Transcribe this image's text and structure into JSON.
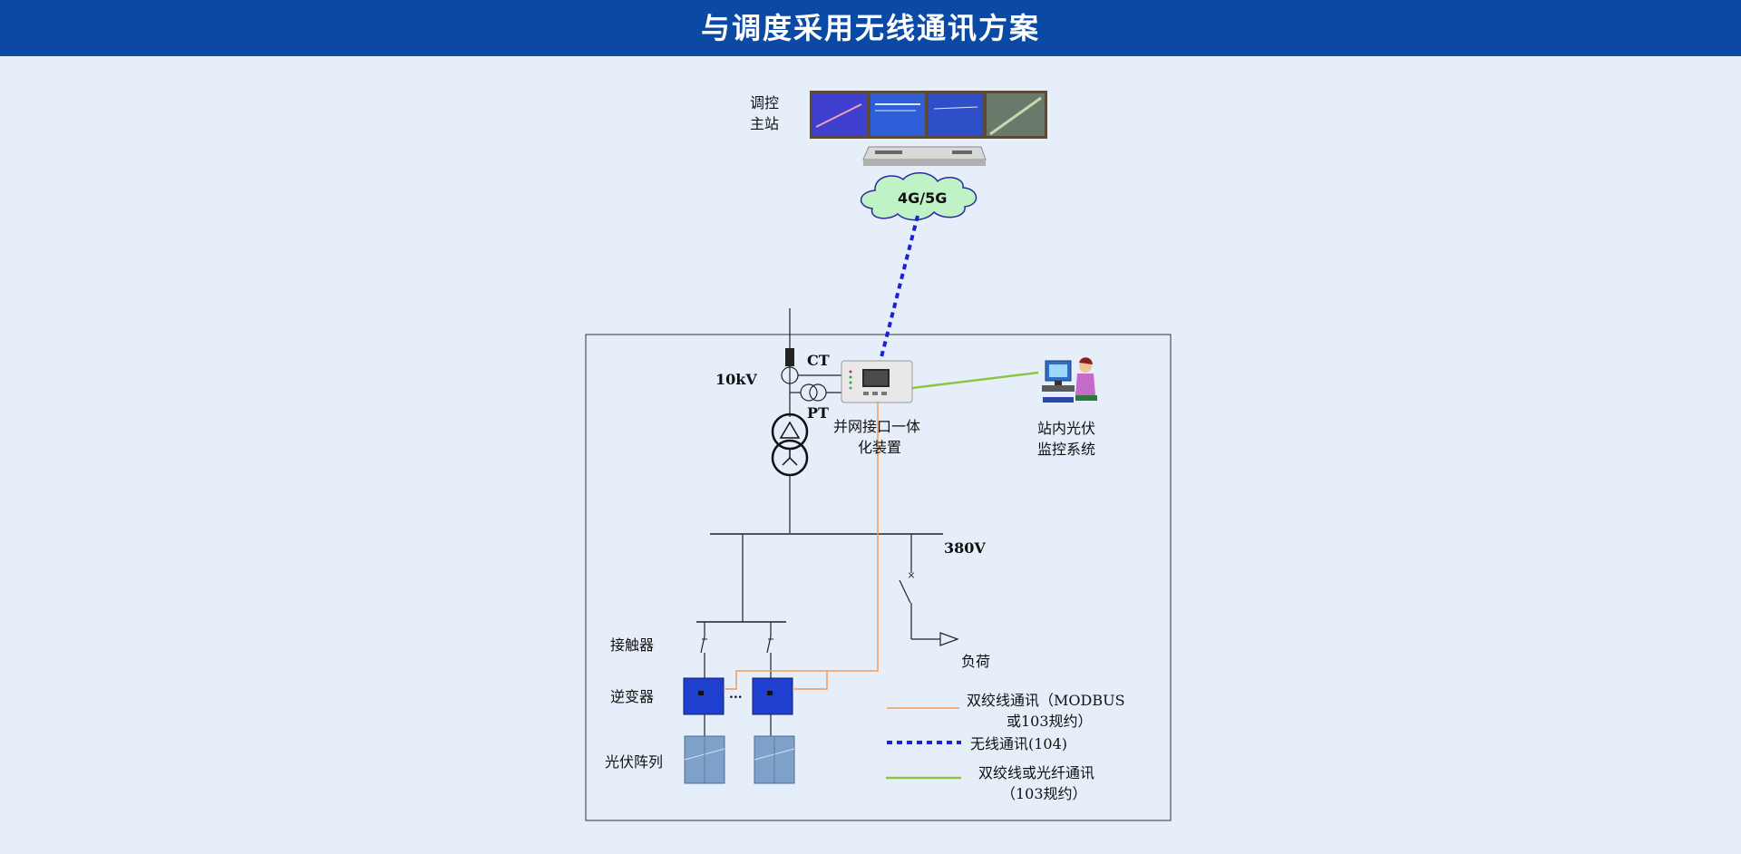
{
  "header": {
    "title": "与调度采用无线通讯方案"
  },
  "master_station": {
    "line1": "调控",
    "line2": "主站"
  },
  "network": {
    "label": "4G/5G"
  },
  "grid": {
    "voltage_hv": "10kV",
    "ct": "CT",
    "pt": "PT",
    "voltage_lv": "380V"
  },
  "device": {
    "line1": "并网接口一体",
    "line2": "化装置"
  },
  "monitor": {
    "line1": "站内光伏",
    "line2": "监控系统"
  },
  "labels": {
    "contactor": "接触器",
    "inverter": "逆变器",
    "pv_array": "光伏阵列",
    "ellipsis": "...",
    "load": "负荷"
  },
  "legend": {
    "twisted_line1": "双绞线通讯（MODBUS",
    "twisted_line2": "或103规约）",
    "wireless": "无线通讯(104)",
    "fiber_line1": "双绞线或光纤通讯",
    "fiber_line2": "（103规约）"
  },
  "colors": {
    "header": "#0b4aa4",
    "background": "#e6eff9",
    "twisted_pair": "#f29b55",
    "wireless": "#1a22d6",
    "fiber": "#8cc63f",
    "cloud": "#bff2c4"
  }
}
